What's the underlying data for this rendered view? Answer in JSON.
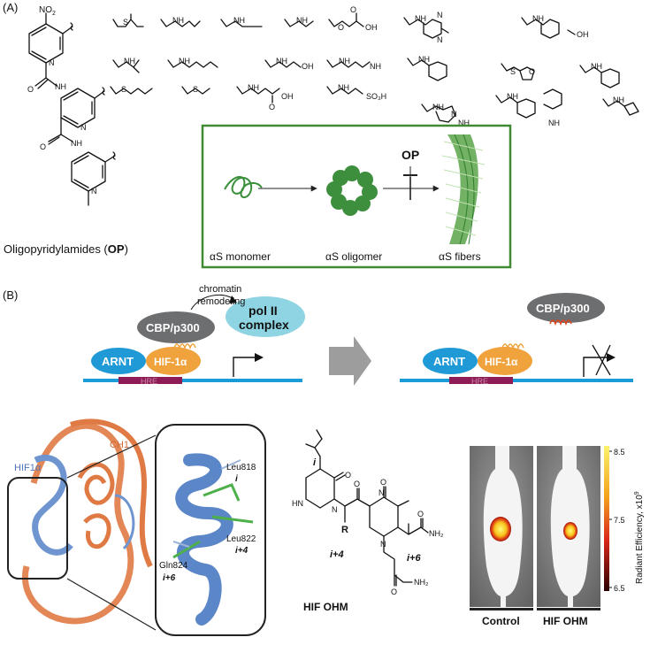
{
  "panel_a": {
    "panel_label": "(A)",
    "scaffold": {
      "no2": "NO",
      "no2_sub": "2",
      "n_ring": "N",
      "nh": "NH",
      "o": "O",
      "caption_prefix": "Oligopyridylamides (",
      "caption_bold": "OP",
      "caption_suffix": ")"
    },
    "side_chain_atoms": {
      "s": "S",
      "h": "H",
      "oh": "OH",
      "nh2": "NH",
      "o": "O",
      "n": "N",
      "nh": "NH",
      "so3h": "SO₃H"
    },
    "aggregation_box": {
      "inhibitor": "OP",
      "monomer_label": "αS monomer",
      "oligomer_label": "αS oligomer",
      "fibers_label": "αS fibers",
      "box_color": "#3f8a32",
      "protein_color": "#3a8f3a"
    }
  },
  "panel_b": {
    "panel_label": "(B)",
    "schematic": {
      "chromatin_label_1": "chromatin",
      "chromatin_label_2": "remodeling",
      "cbp": "CBP/p300",
      "pol_1": "pol II",
      "pol_2": "complex",
      "arnt": "ARNT",
      "hif": "HIF-1α",
      "hre": "HRE",
      "dna_color": "#1b9bd7",
      "hre_color": "#8e1b55",
      "arnt_color": "#1f9ad6",
      "hif_color": "#f0a23c",
      "cbp_color": "#6d6e70",
      "pol_color": "#8ed4e2",
      "arrow_color": "#9d9d9d"
    },
    "structure": {
      "hif_label": "HIF1α",
      "ch1_label": "CH1",
      "residues": [
        {
          "name": "Leu818",
          "pos": "i"
        },
        {
          "name": "Leu822",
          "pos": "i+4"
        },
        {
          "name": "Gln824",
          "pos": "i+6"
        }
      ],
      "hif_color": "#6f95d0",
      "ch1_color": "#e07a45",
      "stick_color": "#4db04a"
    },
    "ohm": {
      "i_label": "i",
      "r_label": "R",
      "i4_label": "i+4",
      "i6_label": "i+6",
      "hn": "HN",
      "n": "N",
      "o": "O",
      "nh2": "NH₂",
      "name": "HIF OHM"
    },
    "imaging": {
      "control_label": "Control",
      "ohm_label": "HIF OHM",
      "colorbar_label": "Radiant Efficiency, x10",
      "colorbar_exp": "9",
      "colorbar_ticks": [
        "8.5",
        "7.5",
        "6.5"
      ]
    }
  }
}
